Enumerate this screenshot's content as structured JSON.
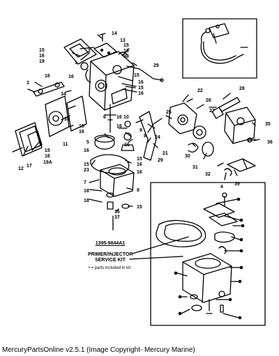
{
  "caption": "MercuryPartsOnline v2.5.1 (Image Copyright- Mercury Marine)",
  "part_number": "1395-9844A1",
  "kit_title_line1": "PRIMER/INJECTOR",
  "kit_title_line2": "SERVICE KIT",
  "kit_note": "• = parts included in kit",
  "callouts": [
    {
      "id": "c14",
      "text": "14"
    },
    {
      "id": "c13",
      "text": "13"
    },
    {
      "id": "c15a",
      "text": "15"
    },
    {
      "id": "c16a",
      "text": "16"
    },
    {
      "id": "c38",
      "text": "38"
    },
    {
      "id": "c2",
      "text": "2"
    },
    {
      "id": "c15b",
      "text": "15"
    },
    {
      "id": "c16b",
      "text": "16"
    },
    {
      "id": "c19a",
      "text": "19"
    },
    {
      "id": "c1",
      "text": "1"
    },
    {
      "id": "c29",
      "text": "29"
    },
    {
      "id": "c16c",
      "text": "16"
    },
    {
      "id": "c16d",
      "text": "16"
    },
    {
      "id": "c15c",
      "text": "15"
    },
    {
      "id": "c3",
      "text": "3"
    },
    {
      "id": "c34",
      "text": "34"
    },
    {
      "id": "c16e",
      "text": "16"
    },
    {
      "id": "c15d",
      "text": "15"
    },
    {
      "id": "c16f",
      "text": "16"
    },
    {
      "id": "c22",
      "text": "22"
    },
    {
      "id": "c26",
      "text": "26"
    },
    {
      "id": "c27",
      "text": "27"
    },
    {
      "id": "c28",
      "text": "28"
    },
    {
      "id": "c25",
      "text": "25"
    },
    {
      "id": "c33",
      "text": "33"
    },
    {
      "id": "c15e",
      "text": "15"
    },
    {
      "id": "c16g",
      "text": "16"
    },
    {
      "id": "c6",
      "text": "6"
    },
    {
      "id": "c16h",
      "text": "16"
    },
    {
      "id": "c10",
      "text": "10"
    },
    {
      "id": "c16i",
      "text": "16"
    },
    {
      "id": "c9",
      "text": "9"
    },
    {
      "id": "c8",
      "text": "8"
    },
    {
      "id": "c11",
      "text": "11"
    },
    {
      "id": "c5",
      "text": "5"
    },
    {
      "id": "c35",
      "text": "35"
    },
    {
      "id": "c24",
      "text": "24"
    },
    {
      "id": "c21",
      "text": "21"
    },
    {
      "id": "c36",
      "text": "36"
    },
    {
      "id": "c16j",
      "text": "16"
    },
    {
      "id": "c17",
      "text": "17"
    },
    {
      "id": "c15f",
      "text": "15"
    },
    {
      "id": "c16k",
      "text": "16"
    },
    {
      "id": "c19b",
      "text": "19A"
    },
    {
      "id": "c12",
      "text": "12"
    },
    {
      "id": "c16l",
      "text": "16"
    },
    {
      "id": "c15g",
      "text": "15"
    },
    {
      "id": "c15h",
      "text": "15"
    },
    {
      "id": "c16m",
      "text": "16"
    },
    {
      "id": "c16n",
      "text": "16"
    },
    {
      "id": "c23",
      "text": "23"
    },
    {
      "id": "c29b",
      "text": "29"
    },
    {
      "id": "c30",
      "text": "30"
    },
    {
      "id": "c31",
      "text": "31"
    },
    {
      "id": "c32",
      "text": "32"
    },
    {
      "id": "c39",
      "text": "39"
    },
    {
      "id": "c4",
      "text": "4"
    },
    {
      "id": "c7",
      "text": "7"
    },
    {
      "id": "c16o",
      "text": "16"
    },
    {
      "id": "c8b",
      "text": "8"
    },
    {
      "id": "c18",
      "text": "18"
    },
    {
      "id": "c15i",
      "text": "15"
    },
    {
      "id": "c16p",
      "text": "16"
    },
    {
      "id": "c37",
      "text": "37"
    }
  ]
}
